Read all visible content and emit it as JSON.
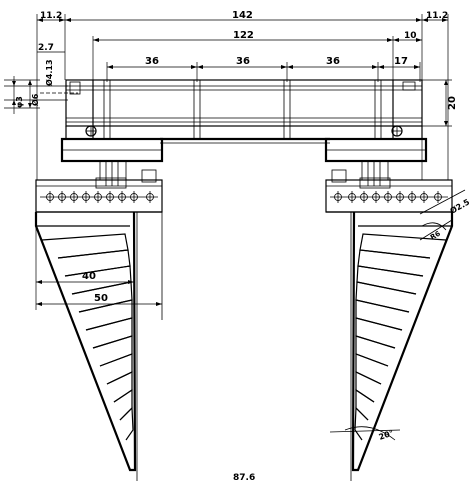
{
  "drawing": {
    "background": "#ffffff",
    "ink": "#000000",
    "dimensions": {
      "top_left_offset": "11.2",
      "overall_width": "142",
      "top_right_offset": "11.2",
      "inner_span": "122",
      "right_margin": "10",
      "left_edge": "2.7",
      "hole_dia": "Ø4.13",
      "pitch_a": "36",
      "pitch_b": "36",
      "pitch_c": "36",
      "end_gap": "17",
      "phi_small": "φ3",
      "phi_large": "Ø6",
      "height": "20",
      "finger_inner": "40",
      "finger_outer": "50",
      "radius_b": "Ø2.5",
      "radius_a": "R6",
      "angle": "20°",
      "bottom_width": "87.6"
    }
  }
}
